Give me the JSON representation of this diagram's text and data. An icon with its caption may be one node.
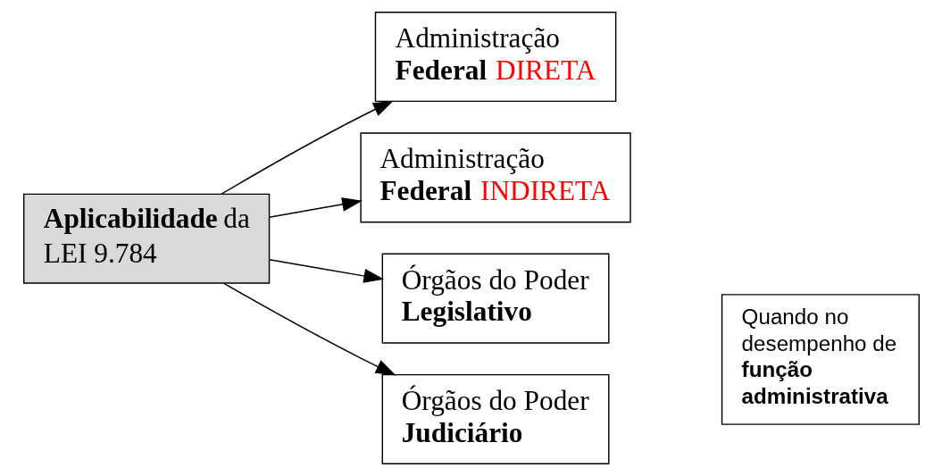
{
  "diagram": {
    "nodes": [
      {
        "text": [
          "**Aplicabilidade** da LEI 9.784"
        ]
      },
      {
        "text": [
          "Administração **Federal** DIRETA"
        ]
      },
      {
        "text": [
          "Administração **Federal** INDIRETA"
        ]
      },
      {
        "text": [
          "Órgãos do Poder **Legislativo**"
        ]
      },
      {
        "text": [
          "Órgãos do Poder **Judiciário**"
        ]
      },
      {
        "text": [
          "Quando no desempenho de **função administrativa**"
        ]
      }
    ],
    "edges": [
      {
        "from": 0,
        "to": 1,
        "arrow": "to"
      },
      {
        "from": 0,
        "to": 2,
        "arrow": "to"
      },
      {
        "from": 0,
        "to": 3,
        "arrow": "to"
      },
      {
        "from": 0,
        "to": 4,
        "arrow": "to"
      }
    ]
  }
}
